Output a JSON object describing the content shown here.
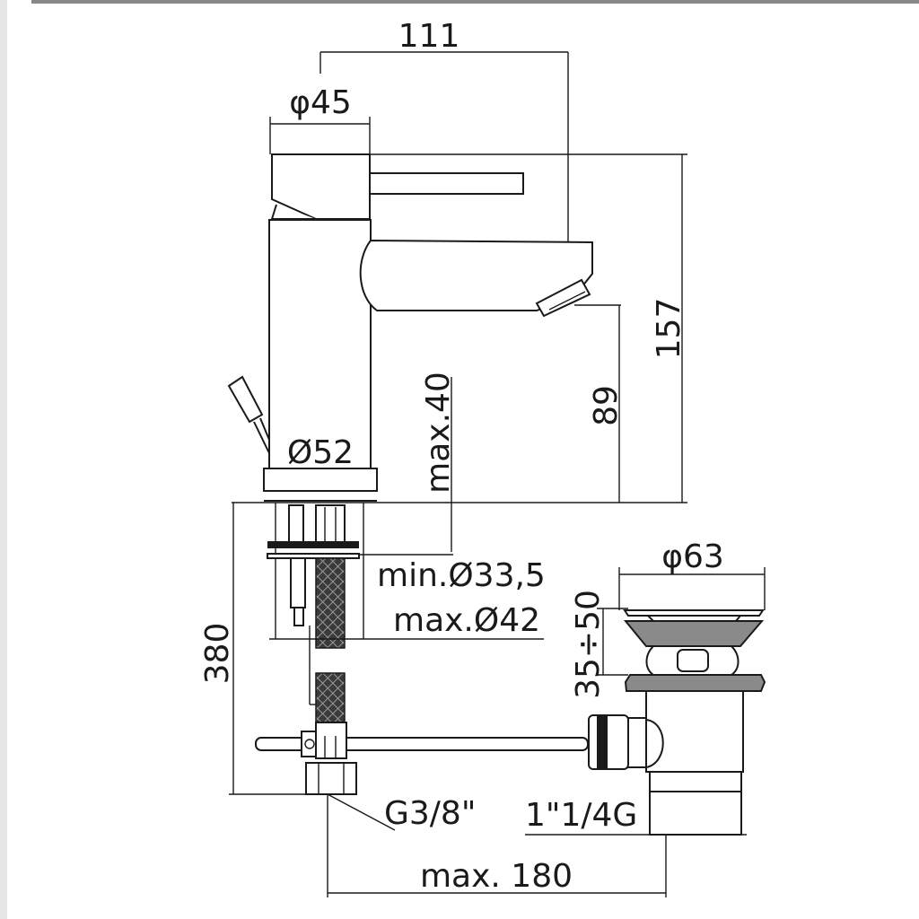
{
  "drawing": {
    "title": "Basin mixer with pop-up waste - dimension drawing",
    "dimensions": {
      "reach": "111",
      "handle_diameter": "φ45",
      "total_height": "157",
      "spout_height": "89",
      "max_counter_thickness": "max.40",
      "base_diameter": "Ø52",
      "min_hole": "min.Ø33,5",
      "max_hole": "max.Ø42",
      "waste_diameter": "φ63",
      "waste_range": "35÷50",
      "hose_length": "380",
      "hose_thread": "G3/8\"",
      "waste_thread": "1\"1/4G",
      "max_distance": "max. 180"
    }
  }
}
